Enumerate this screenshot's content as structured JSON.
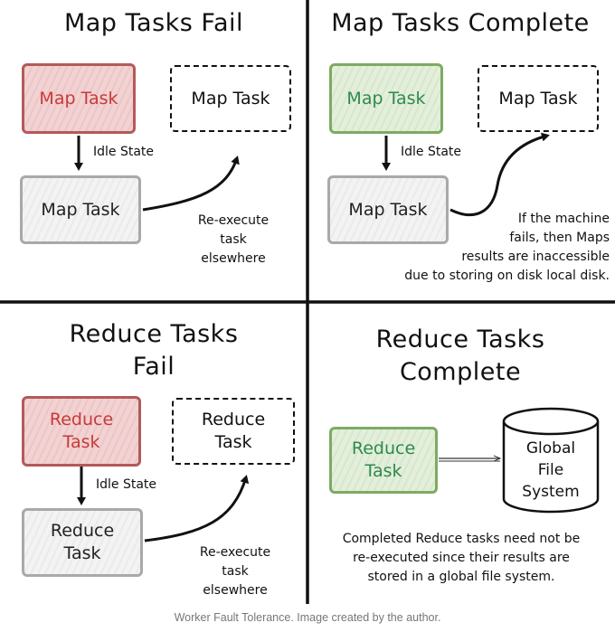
{
  "quadrants": {
    "map_fail": {
      "title": "Map Tasks Fail",
      "failed_box": "Map Task",
      "reexec_box": "Map Task",
      "idle_box": "Map Task",
      "idle_label": "Idle State",
      "note_lines": [
        "Re-execute",
        "task",
        "elsewhere"
      ]
    },
    "map_complete": {
      "title": "Map Tasks Complete",
      "done_box": "Map Task",
      "reexec_box": "Map Task",
      "idle_box": "Map Task",
      "idle_label": "Idle State",
      "note_lines": [
        "If the machine",
        "fails, then Maps",
        "results are inaccessible",
        "due to storing on disk local disk."
      ]
    },
    "reduce_fail": {
      "title_lines": [
        "Reduce Tasks",
        "Fail"
      ],
      "failed_box_lines": [
        "Reduce",
        "Task"
      ],
      "reexec_box_lines": [
        "Reduce",
        "Task"
      ],
      "idle_box_lines": [
        "Reduce",
        "Task"
      ],
      "idle_label": "Idle State",
      "note_lines": [
        "Re-execute",
        "task",
        "elsewhere"
      ]
    },
    "reduce_complete": {
      "title_lines": [
        "Reduce Tasks",
        "Complete"
      ],
      "done_box_lines": [
        "Reduce",
        "Task"
      ],
      "storage_lines": [
        "Global",
        "File",
        "System"
      ],
      "note_lines": [
        "Completed Reduce tasks need not be",
        "re-executed since their results are",
        "stored in a global file system."
      ]
    }
  },
  "caption": "Worker Fault Tolerance. Image created by the author.",
  "colors": {
    "failed_fill": "#f2d2d2",
    "failed_border": "#b35a5a",
    "failed_text": "#c83a3a",
    "done_fill": "#e3efdb",
    "done_border": "#7dab62",
    "done_text": "#2f8a4f",
    "idle_fill": "#f3f3f3",
    "idle_border": "#a9a9a9"
  }
}
